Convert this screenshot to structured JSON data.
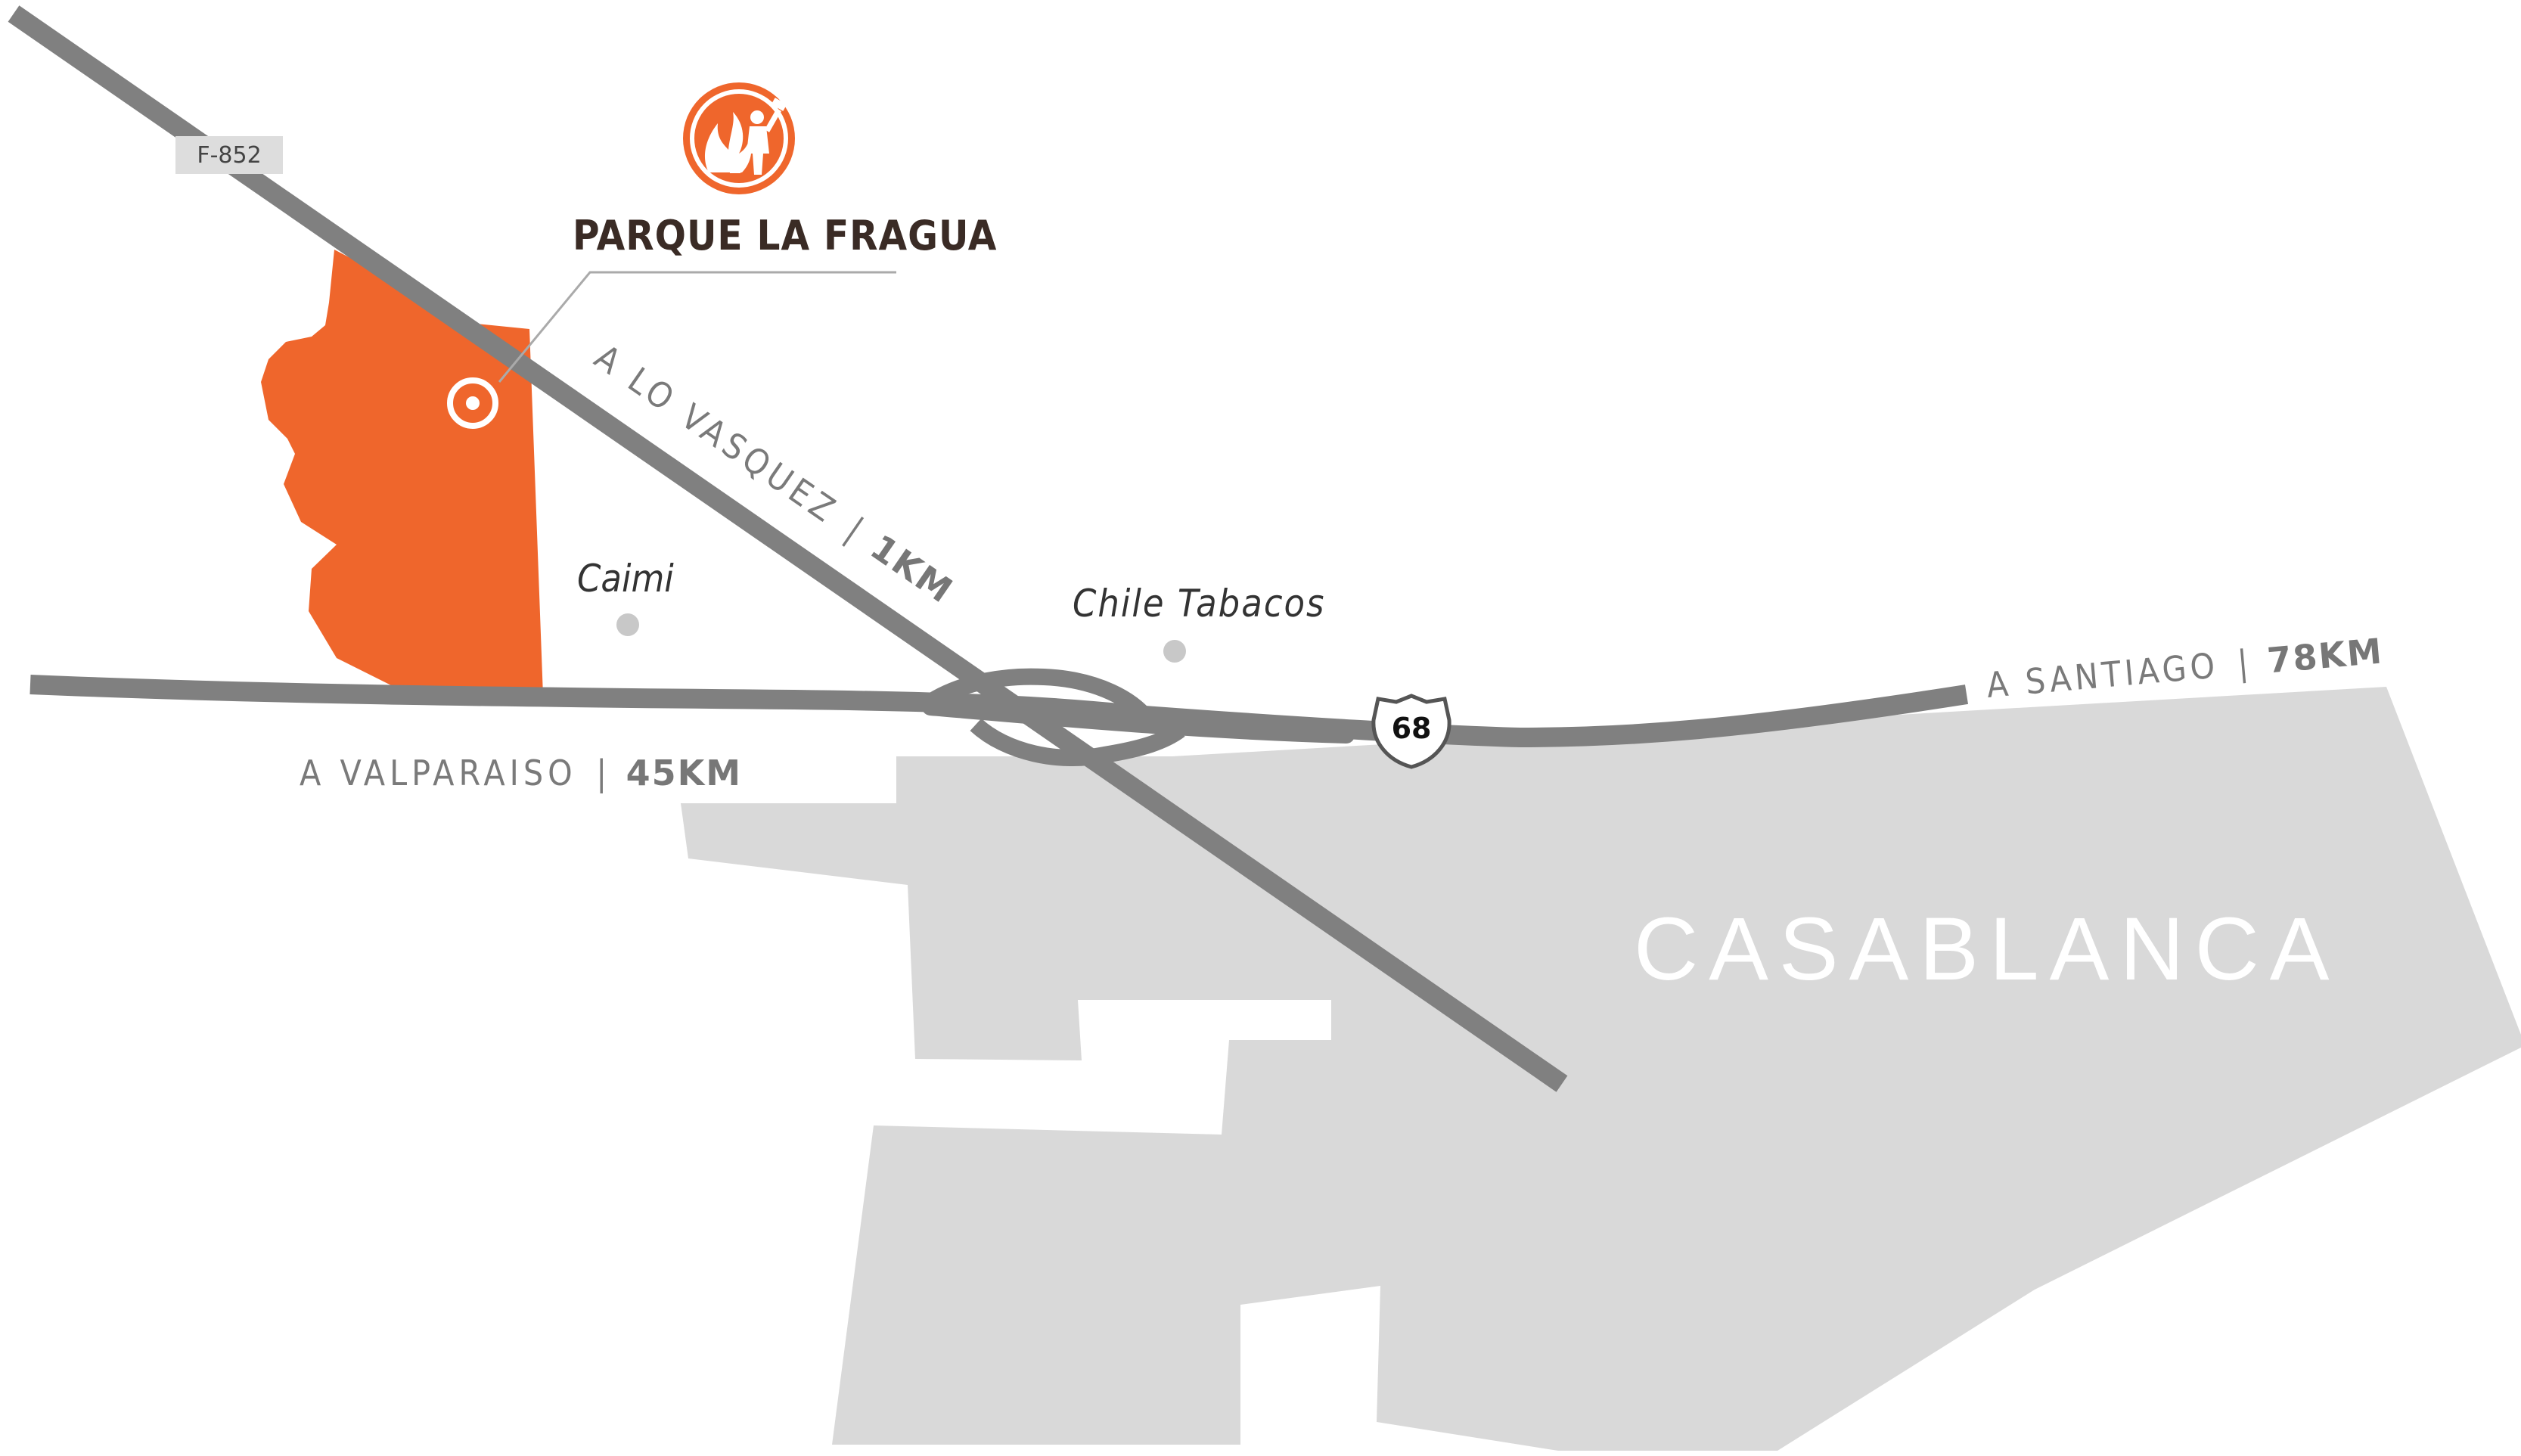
{
  "colors": {
    "background": "#ffffff",
    "city_area": "#d9d9d9",
    "road": "#808080",
    "park_area": "#ef662c",
    "brand_orange": "#ef662c",
    "poi_dot": "#c8c8c8",
    "label_gray": "#7a7a7a",
    "brand_text": "#3a2b25"
  },
  "icons": {
    "brand_logo": "blacksmith-forge-icon",
    "location_marker": "target-marker-icon",
    "route_shield": "highway-shield-icon"
  },
  "brand": {
    "name": "PARQUE LA FRAGUA"
  },
  "roads": {
    "f852_badge": "F-852",
    "route_68_shield": "68",
    "lo_vasquez": {
      "prefix": "A LO VASQUEZ",
      "separator": "|",
      "distance": "1KM"
    },
    "valparaiso": {
      "prefix": "A VALPARAISO",
      "separator": "|",
      "distance": "45KM"
    },
    "santiago": {
      "prefix": "A SANTIAGO",
      "separator": "|",
      "distance": "78KM"
    }
  },
  "places": {
    "caimi": "Caimi",
    "chile_tabacos": "Chile Tabacos",
    "city": "CASABLANCA"
  }
}
